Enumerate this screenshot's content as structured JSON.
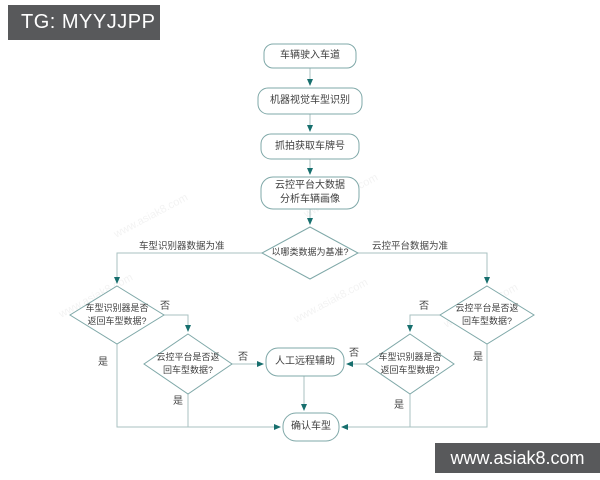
{
  "header": {
    "tag_label": "TG: MYYJJPP"
  },
  "footer": {
    "site_label": "www.asiak8.com"
  },
  "watermark": {
    "text": "www.asiak8.com"
  },
  "colors": {
    "tag-bg": "#58595b",
    "footer-bg": "#58595b",
    "node-border": "#7fa8a8",
    "connector": "#a9c2c2",
    "arrowhead": "#176f6e",
    "node-text": "#3f3f3f",
    "page-bg": "#ffffff"
  },
  "flowchart": {
    "nodes": {
      "start": {
        "label": "车辆驶入车道"
      },
      "vision": {
        "label": "机器视觉车型识别"
      },
      "capture": {
        "label": "抓拍获取车牌号"
      },
      "cloud_analysis": {
        "line1": "云控平台大数据",
        "line2": "分析车辆画像"
      },
      "base_decision": {
        "label": "以哪类数据为基准?"
      },
      "left_decision": {
        "line1": "车型识别器是否",
        "line2": "返回车型数据?"
      },
      "right_decision": {
        "line1": "云控平台是否返",
        "line2": "回车型数据?"
      },
      "mid_left_decision": {
        "line1": "云控平台是否返",
        "line2": "回车型数据?"
      },
      "mid_right_decision": {
        "line1": "车型识别器是否",
        "line2": "返回车型数据?"
      },
      "manual_assist": {
        "label": "人工远程辅助"
      },
      "confirm": {
        "label": "确认车型"
      }
    },
    "branch_labels": {
      "left": "车型识别器数据为准",
      "right": "云控平台数据为准"
    },
    "edge_labels": {
      "yes": "是",
      "no": "否"
    }
  }
}
